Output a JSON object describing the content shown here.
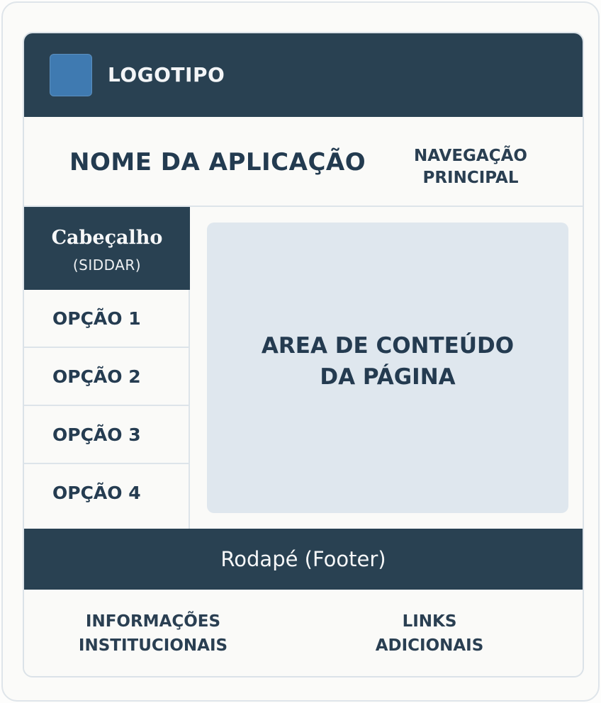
{
  "header": {
    "logo_text": "LOGOTIPO",
    "app_name": "NOME DA APLICAÇÃO",
    "main_nav": "NAVEGAÇÃO\nPRINCIPAL"
  },
  "sidebar": {
    "title": "Cabeçalho",
    "subtitle": "(SIDDAR)",
    "items": [
      {
        "label": "OPÇÃO 1"
      },
      {
        "label": "OPÇÃO 2"
      },
      {
        "label": "OPÇÃO 3"
      },
      {
        "label": "OPÇÃO 4"
      }
    ]
  },
  "content": {
    "label": "AREA DE CONTEÚDO\nDA PÁGINA"
  },
  "footer": {
    "title": "Rodapé (Footer)",
    "left": "INFORMAÇÕES\nINSTITUCIONAIS",
    "right": "LINKS\nADICIONAIS"
  },
  "colors": {
    "dark_bar": "#294152",
    "logo_box": "#3f7ab1",
    "content_area": "#dfe7ee",
    "text": "#233a4e"
  }
}
